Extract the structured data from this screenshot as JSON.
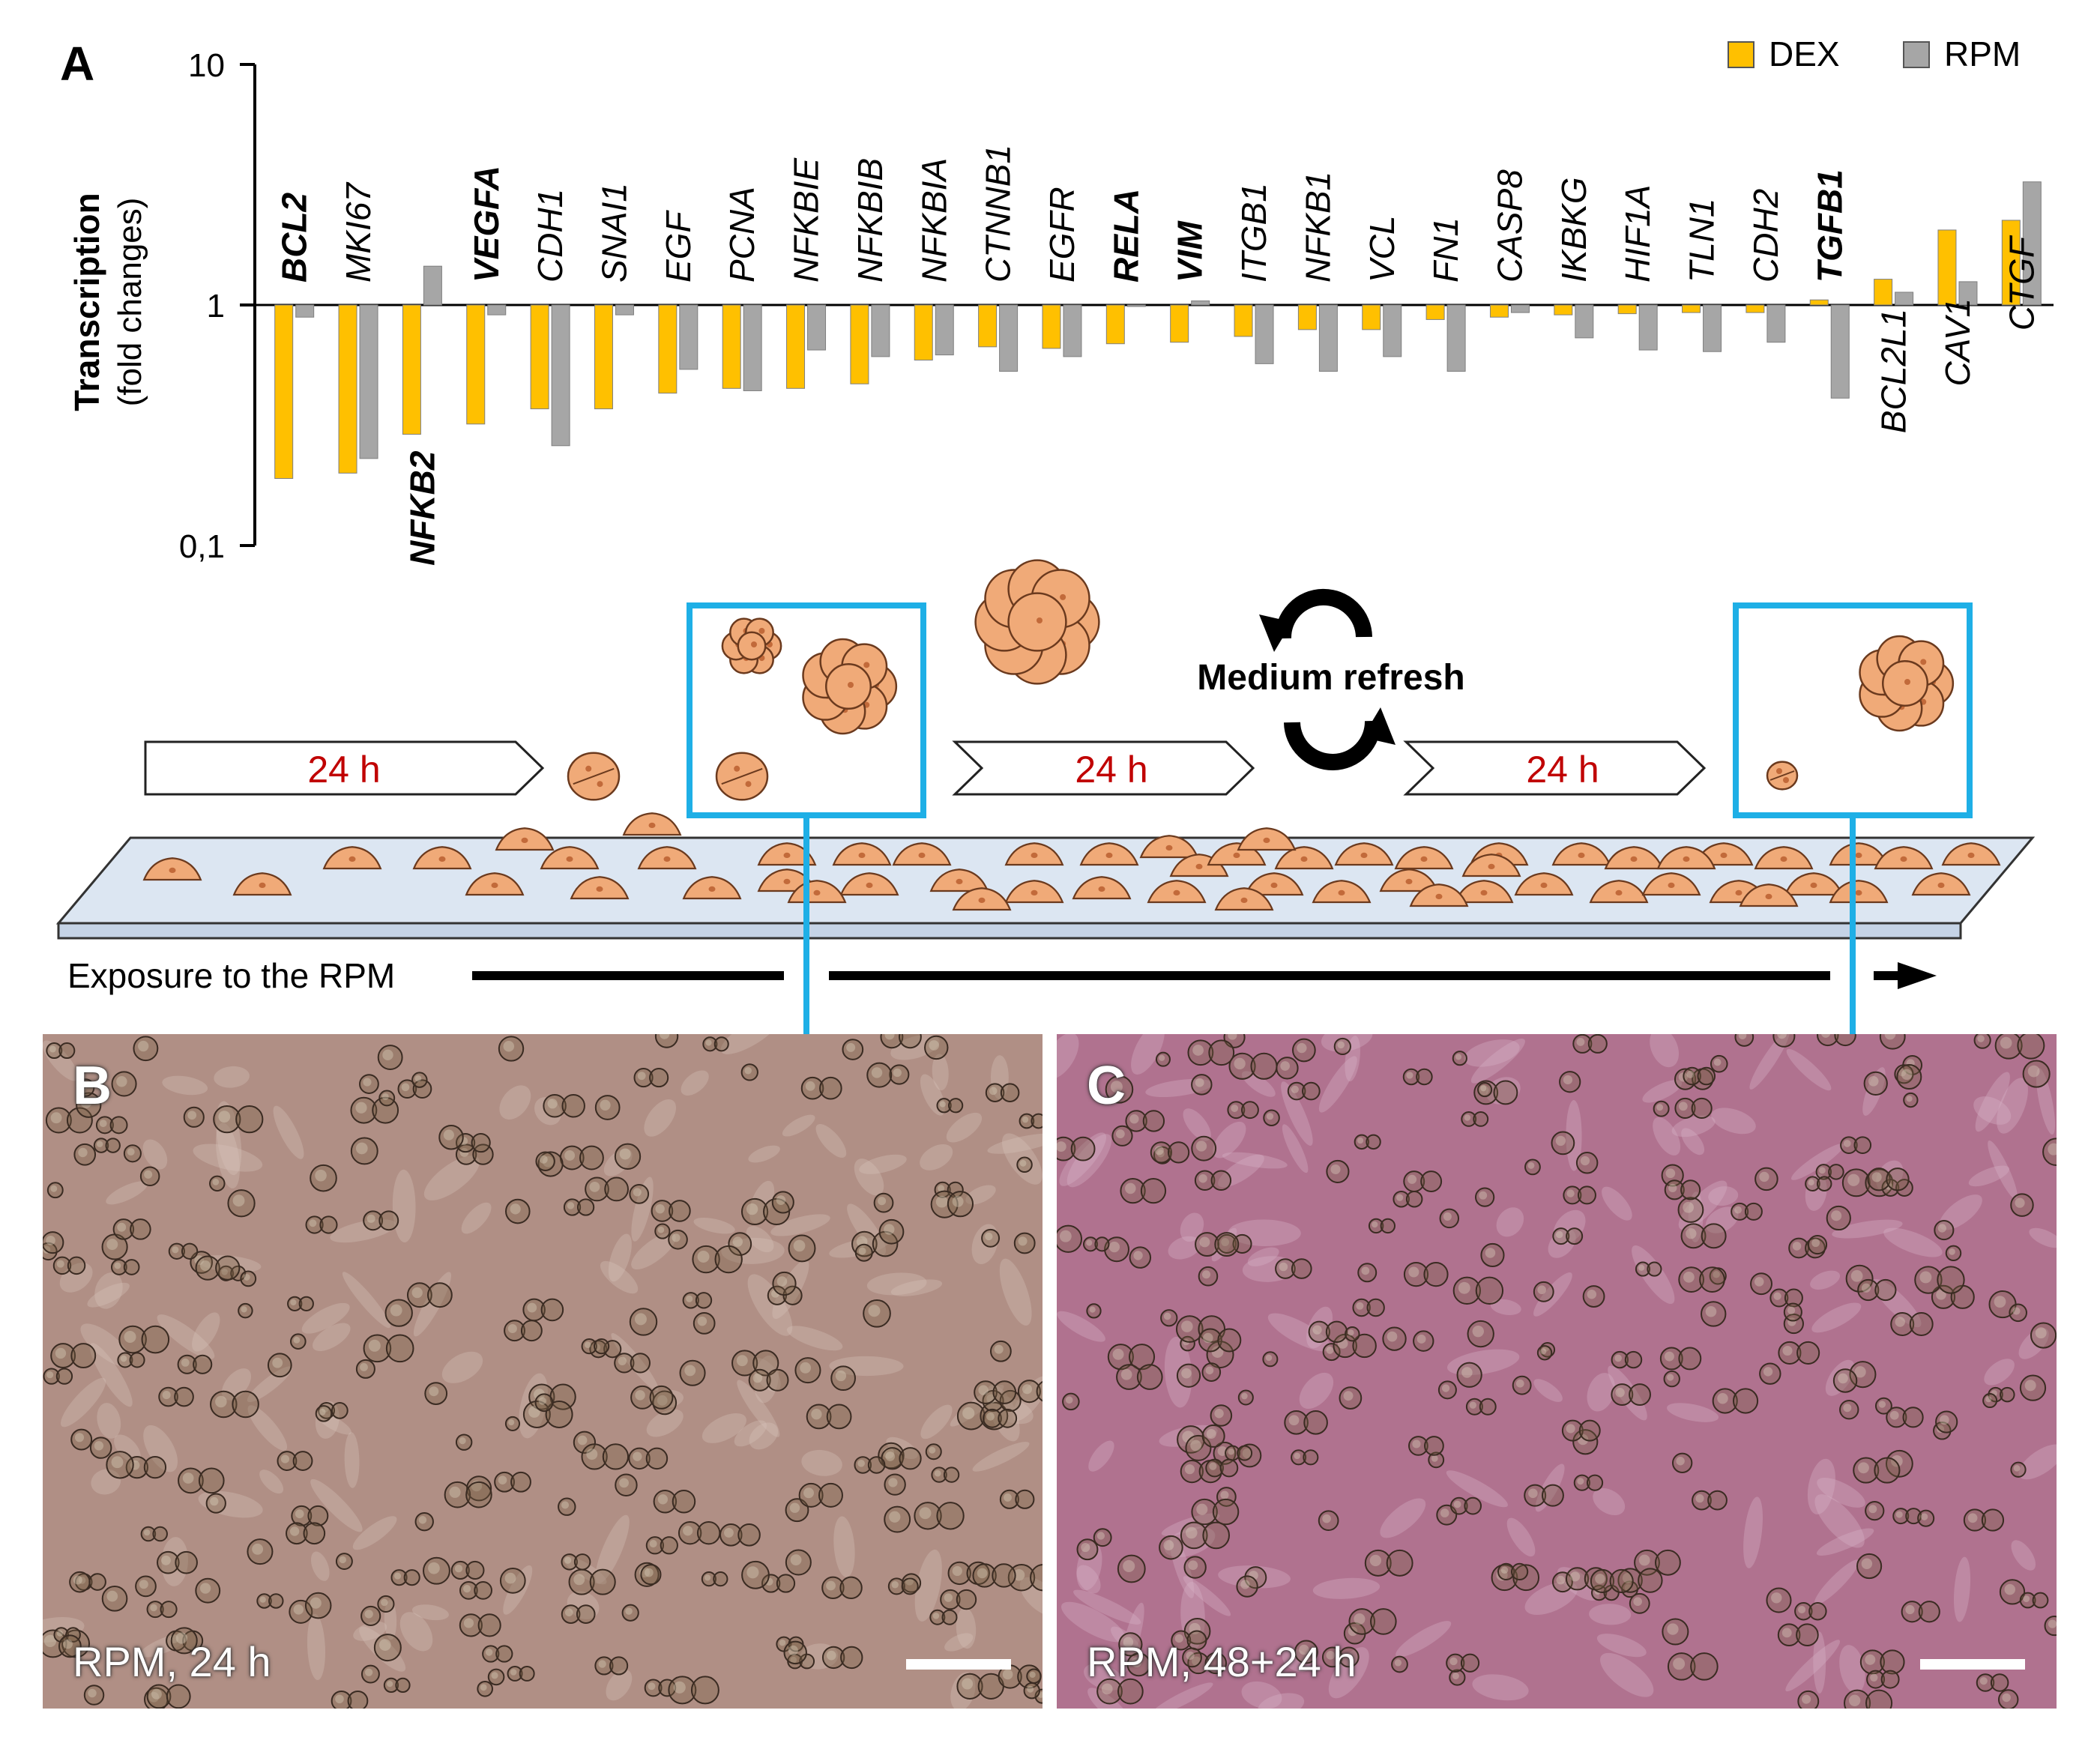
{
  "panel_a": {
    "letter": "A"
  },
  "chart_data": {
    "type": "bar",
    "y_scale": "log",
    "ylim": [
      0.1,
      10
    ],
    "yticks": [
      "10",
      "1",
      "0,1"
    ],
    "yticks_values": [
      10,
      1,
      0.1
    ],
    "ylabel": "Transcription",
    "ylabel_sub": "(fold changes)",
    "categories": [
      "BCL2",
      "MKI67",
      "NFKB2",
      "VEGFA",
      "CDH1",
      "SNAI1",
      "EGF",
      "PCNA",
      "NFKBIE",
      "NFKBIB",
      "NFKBIA",
      "CTNNB1",
      "EGFR",
      "RELA",
      "VIM",
      "ITGB1",
      "NFKB1",
      "VCL",
      "FN1",
      "CASP8",
      "IKBKG",
      "HIF1A",
      "TLN1",
      "CDH2",
      "TGFB1",
      "BCL2L1",
      "CAV1",
      "CTGF"
    ],
    "bold_categories": [
      "BCL2",
      "NFKB2",
      "VEGFA",
      "RELA",
      "VIM",
      "TGFB1"
    ],
    "series": [
      {
        "name": "DEX",
        "color": "#FFC000",
        "values": [
          0.19,
          0.2,
          0.29,
          0.32,
          0.37,
          0.37,
          0.43,
          0.45,
          0.45,
          0.47,
          0.59,
          0.67,
          0.66,
          0.69,
          0.7,
          0.74,
          0.79,
          0.79,
          0.87,
          0.89,
          0.91,
          0.92,
          0.93,
          0.93,
          1.05,
          1.28,
          2.05,
          2.25
        ]
      },
      {
        "name": "RPM",
        "color": "#A6A6A6",
        "values": [
          0.89,
          0.23,
          1.45,
          0.91,
          0.26,
          0.91,
          0.54,
          0.44,
          0.65,
          0.61,
          0.62,
          0.53,
          0.61,
          0.99,
          1.04,
          0.57,
          0.53,
          0.61,
          0.53,
          0.93,
          0.73,
          0.65,
          0.64,
          0.7,
          0.41,
          1.13,
          1.25,
          3.25
        ]
      }
    ],
    "legend_position": "top-right",
    "grid": false
  },
  "workflow": {
    "steps": [
      "24 h",
      "24 h",
      "24 h"
    ],
    "medium_refresh": "Medium refresh",
    "exposure_label": "Exposure to the RPM",
    "highlight_color": "#1EAFE6",
    "step_text_color": "#C00000",
    "cell_color": "#F0AA78"
  },
  "panel_b": {
    "letter": "B",
    "caption": "RPM, 24 h",
    "tint": "#B08F85"
  },
  "panel_c": {
    "letter": "C",
    "caption": "RPM, 48+24 h",
    "tint": "#B0728F"
  }
}
